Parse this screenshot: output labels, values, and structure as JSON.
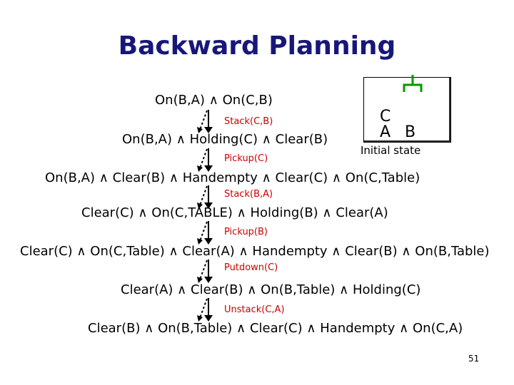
{
  "title": "Backward Planning",
  "states": [
    "On(B,A) ∧ On(C,B)",
    "On(B,A) ∧ Holding(C) ∧ Clear(B)",
    "On(B,A) ∧ Clear(B) ∧ Handempty ∧ Clear(C) ∧ On(C,Table)",
    "Clear(C) ∧ On(C,TABLE) ∧ Holding(B) ∧ Clear(A)",
    "Clear(C) ∧ On(C,Table) ∧ Clear(A) ∧ Handempty ∧ Clear(B) ∧ On(B,Table)",
    "Clear(A) ∧ Clear(B) ∧ On(B,Table) ∧ Holding(C)",
    "Clear(B) ∧ On(B,Table) ∧ Clear(C) ∧ Handempty ∧ On(C,A)"
  ],
  "actions": [
    "Stack(C,B)",
    "Pickup(C)",
    "Stack(B,A)",
    "Pickup(B)",
    "Putdown(C)",
    "Unstack(C,A)"
  ],
  "initial_state": {
    "label": "Initial state",
    "blocks": {
      "top": "C",
      "bottom_left": "A",
      "bottom_right": "B"
    }
  },
  "page_number": "51",
  "colors": {
    "title": "#17177a",
    "action": "#cc0000",
    "text": "#000000"
  }
}
